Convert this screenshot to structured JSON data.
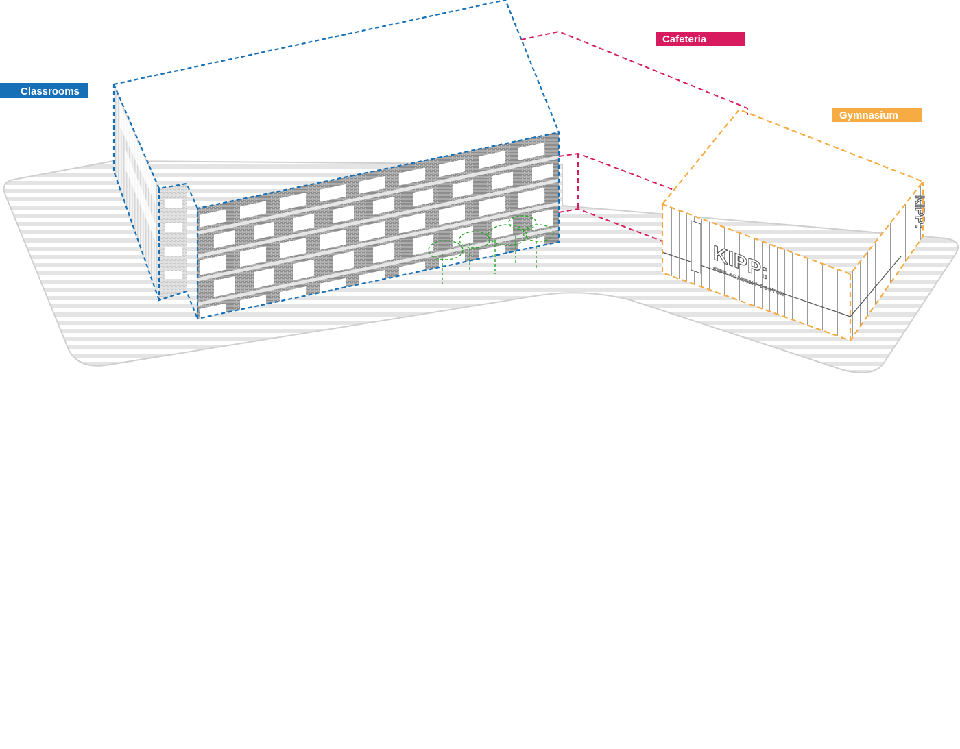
{
  "labels": {
    "classrooms": "Classrooms",
    "cafeteria": "Cafeteria",
    "gymnasium": "Gymnasium"
  },
  "sign": {
    "main": "KIPP:",
    "sub": "KIPP ACADEMY BOSTON",
    "side": "KIPP:"
  },
  "colors": {
    "classrooms": "#1570b8",
    "cafeteria": "#d81b5f",
    "gymnasium": "#f7ac43",
    "landscape": "#2aa62a",
    "ground_stripe": "#e2e2e2",
    "ground_edge": "#c9c9c9"
  }
}
